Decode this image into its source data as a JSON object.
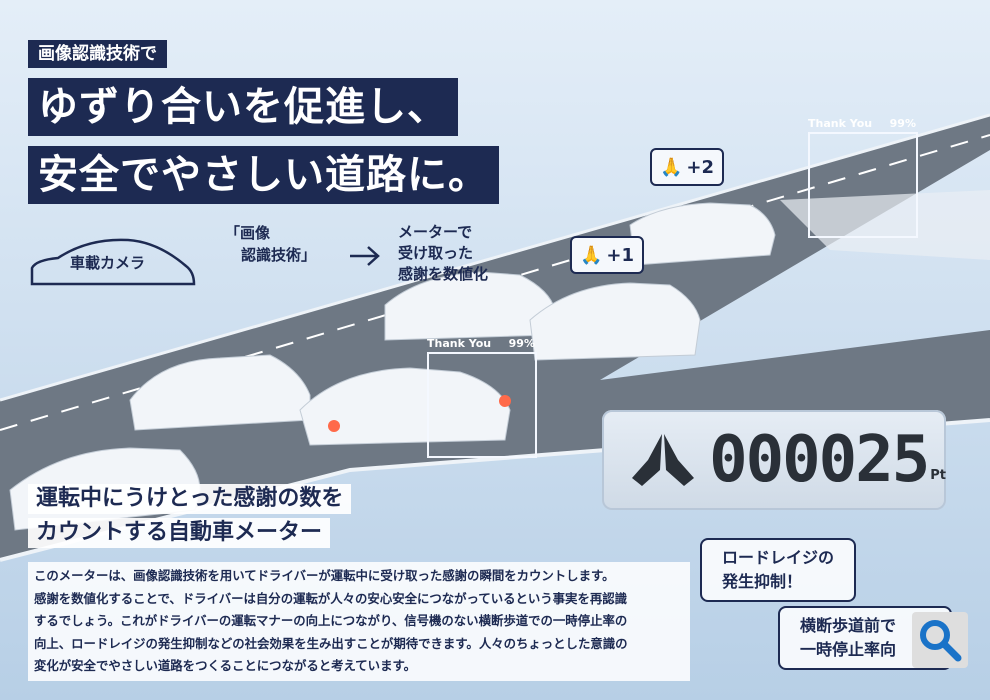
{
  "header": {
    "kicker": "画像認識技術で",
    "headline_line1": "ゆずり合いを促進し、",
    "headline_line2": "安全でやさしい道路に。"
  },
  "flow": {
    "camera_label": "車載カメラ",
    "recognition_line1": "「画像",
    "recognition_line2": "認識技術」",
    "meter_line1": "メーターで",
    "meter_line2": "受け取った",
    "meter_line3": "感謝を数値化"
  },
  "detections": [
    {
      "label": "Thank You",
      "confidence": "99%"
    },
    {
      "label": "Thank You",
      "confidence": "99%"
    }
  ],
  "thanks_badges": [
    "+1",
    "+2"
  ],
  "meter": {
    "count": "000025",
    "unit": "Pt"
  },
  "section": {
    "subheading_line1": "運転中にうけとった感謝の数を",
    "subheading_line2": "カウントする自動車メーター",
    "paragraph_lines": [
      "このメーターは、画像認識技術を用いてドライバーが運転中に受け取った感謝の瞬間をカウントします。",
      "感謝を数値化することで、ドライバーは自分の運転が人々の安心安全につながっているという事実を再認識",
      "するでしょう。これがドライバーの運転マナーの向上につながり、信号機のない横断歩道での一時停止率の",
      "向上、ロードレイジの発生抑制などの社会効果を生み出すことが期待できます。人々のちょっとした意識の",
      "変化が安全でやさしい道路をつくることにつながると考えています。"
    ]
  },
  "callouts": [
    {
      "line1": "ロードレイジの",
      "line2": "発生抑制！"
    },
    {
      "line1": "横断歩道前で",
      "line2": "一時停止率向"
    }
  ],
  "colors": {
    "navy": "#1d2a52",
    "search_blue": "#1a73c8"
  }
}
